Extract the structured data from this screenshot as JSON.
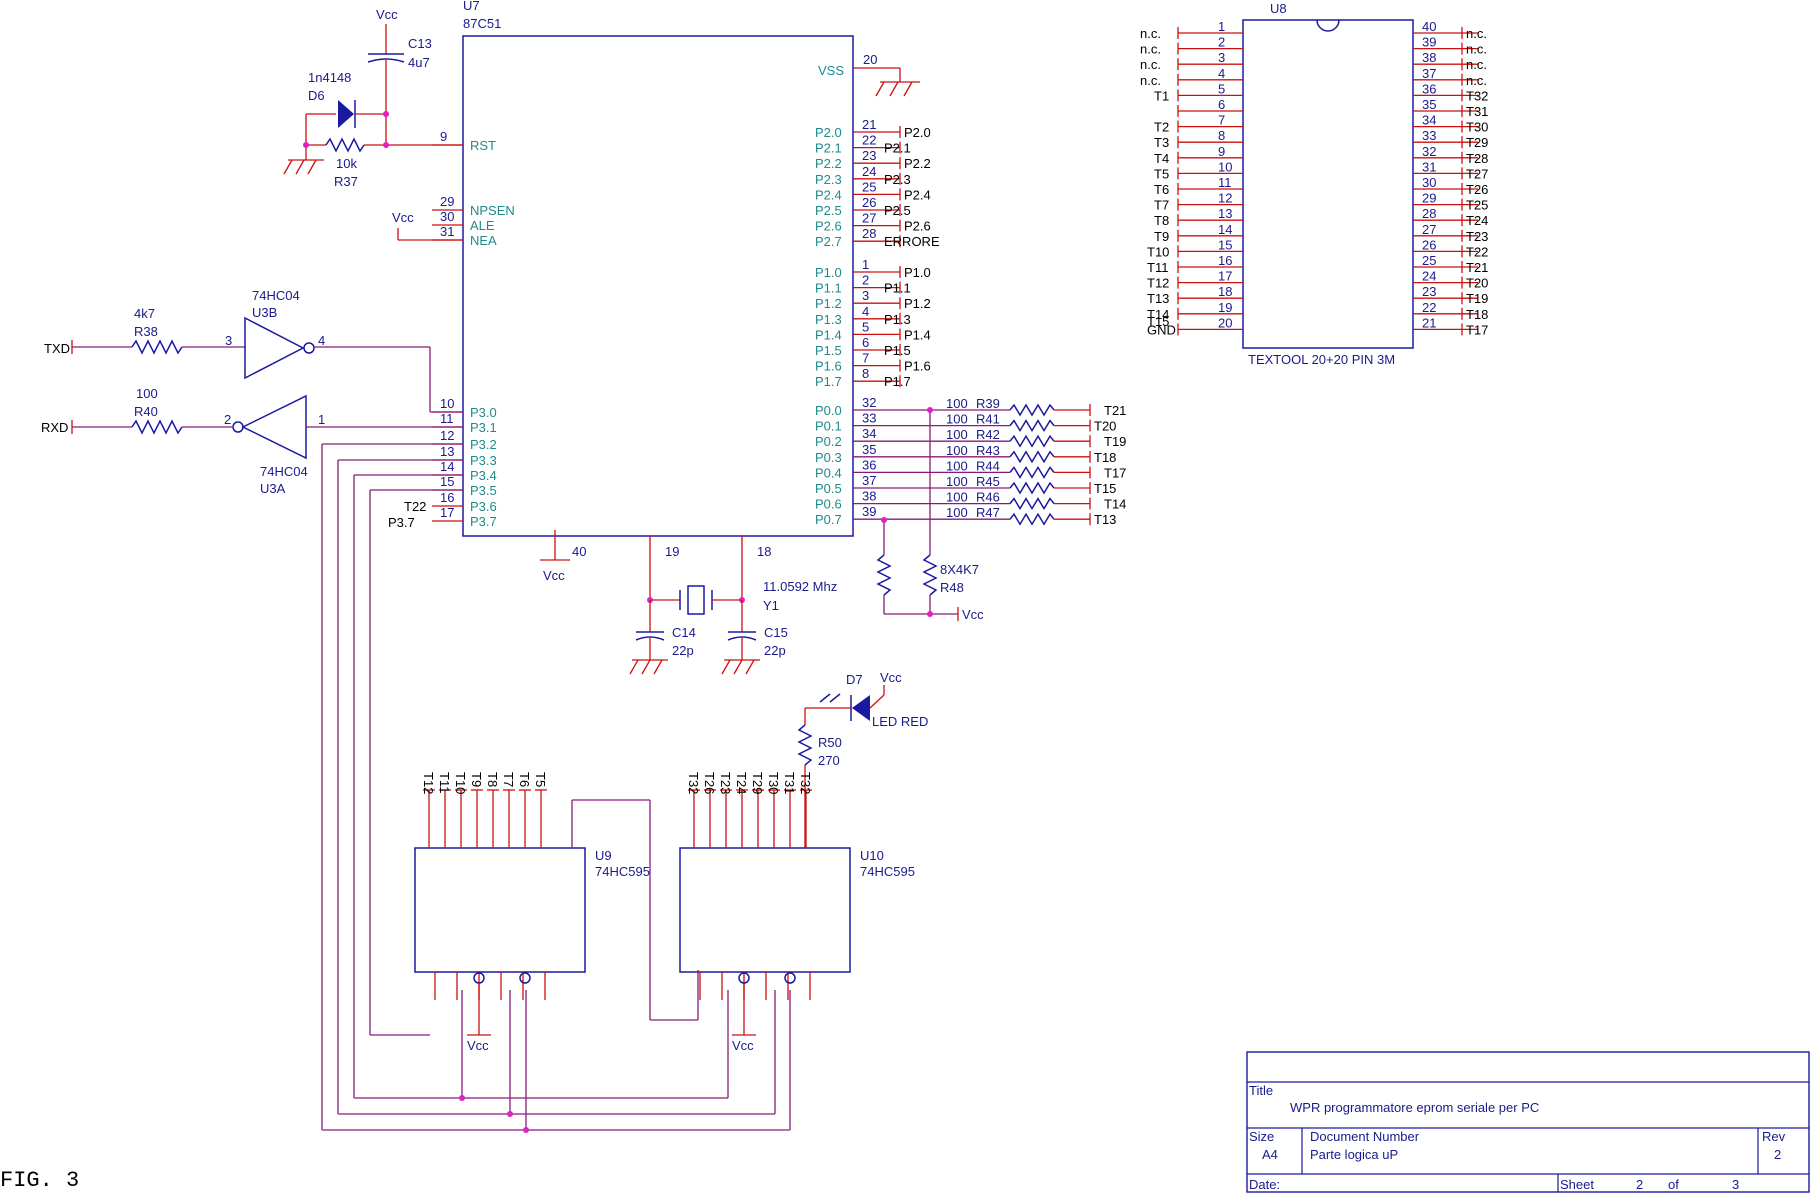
{
  "u7": {
    "ref": "U7",
    "part": "87C51",
    "vss": "VSS",
    "vss_pin": "20",
    "left_pins": [
      {
        "num": "9",
        "name": "RST"
      },
      {
        "num": "29",
        "name": "NPSEN"
      },
      {
        "num": "30",
        "name": "ALE"
      },
      {
        "num": "31",
        "name": "NEA"
      },
      {
        "num": "10",
        "name": "P3.0"
      },
      {
        "num": "11",
        "name": "P3.1"
      },
      {
        "num": "12",
        "name": "P3.2"
      },
      {
        "num": "13",
        "name": "P3.3"
      },
      {
        "num": "14",
        "name": "P3.4"
      },
      {
        "num": "15",
        "name": "P3.5"
      },
      {
        "num": "16",
        "name": "P3.6"
      },
      {
        "num": "17",
        "name": "P3.7"
      }
    ],
    "right_p2": [
      {
        "num": "21",
        "name": "P2.0",
        "net": "P2.0"
      },
      {
        "num": "22",
        "name": "P2.1",
        "net": "P2.1"
      },
      {
        "num": "23",
        "name": "P2.2",
        "net": "P2.2"
      },
      {
        "num": "24",
        "name": "P2.3",
        "net": "P2.3"
      },
      {
        "num": "25",
        "name": "P2.4",
        "net": "P2.4"
      },
      {
        "num": "26",
        "name": "P2.5",
        "net": "P2.5"
      },
      {
        "num": "27",
        "name": "P2.6",
        "net": "P2.6"
      },
      {
        "num": "28",
        "name": "P2.7",
        "net": "ERRORE"
      }
    ],
    "right_p1": [
      {
        "num": "1",
        "name": "P1.0",
        "net": "P1.0"
      },
      {
        "num": "2",
        "name": "P1.1",
        "net": "P1.1"
      },
      {
        "num": "3",
        "name": "P1.2",
        "net": "P1.2"
      },
      {
        "num": "4",
        "name": "P1.3",
        "net": "P1.3"
      },
      {
        "num": "5",
        "name": "P1.4",
        "net": "P1.4"
      },
      {
        "num": "6",
        "name": "P1.5",
        "net": "P1.5"
      },
      {
        "num": "7",
        "name": "P1.6",
        "net": "P1.6"
      },
      {
        "num": "8",
        "name": "P1.7",
        "net": "P1.7"
      }
    ],
    "right_p0": [
      {
        "num": "32",
        "name": "P0.0",
        "res": "100",
        "rref": "R39",
        "net": "T21"
      },
      {
        "num": "33",
        "name": "P0.1",
        "res": "100",
        "rref": "R41",
        "net": "T20"
      },
      {
        "num": "34",
        "name": "P0.2",
        "res": "100",
        "rref": "R42",
        "net": "T19"
      },
      {
        "num": "35",
        "name": "P0.3",
        "res": "100",
        "rref": "R43",
        "net": "T18"
      },
      {
        "num": "36",
        "name": "P0.4",
        "res": "100",
        "rref": "R44",
        "net": "T17"
      },
      {
        "num": "37",
        "name": "P0.5",
        "res": "100",
        "rref": "R45",
        "net": "T15"
      },
      {
        "num": "38",
        "name": "P0.6",
        "res": "100",
        "rref": "R46",
        "net": "T14"
      },
      {
        "num": "39",
        "name": "P0.7",
        "res": "100",
        "rref": "R47",
        "net": "T13"
      }
    ],
    "p36_net": "T22",
    "p37_net": "P3.7"
  },
  "vcc": "Vcc",
  "c13": {
    "ref": "C13",
    "val": "4u7"
  },
  "d6": {
    "ref": "D6",
    "val": "1n4148"
  },
  "r37": {
    "ref": "R37",
    "val": "10k"
  },
  "u3b": {
    "ref": "U3B",
    "part": "74HC04",
    "in_pin": "3",
    "out_pin": "4"
  },
  "u3a": {
    "ref": "U3A",
    "part": "74HC04",
    "in_pin": "2",
    "out_pin": "1"
  },
  "r38": {
    "ref": "R38",
    "val": "4k7"
  },
  "r40": {
    "ref": "R40",
    "val": "100"
  },
  "txd": "TXD",
  "rxd": "RXD",
  "crystal": {
    "ref": "Y1",
    "val": "11.0592 Mhz",
    "pin_a": "19",
    "pin_b": "18",
    "pin_c": "40"
  },
  "c14": {
    "ref": "C14",
    "val": "22p"
  },
  "c15": {
    "ref": "C15",
    "val": "22p"
  },
  "r48": {
    "ref": "R48",
    "val": "8X4K7"
  },
  "d7": {
    "ref": "D7",
    "val": "LED RED"
  },
  "r50": {
    "ref": "R50",
    "val": "270"
  },
  "u9": {
    "ref": "U9",
    "part": "74HC595",
    "top_nets": [
      "T12",
      "T11",
      "T10",
      "T9",
      "T8",
      "T7",
      "T6",
      "T5"
    ]
  },
  "u10": {
    "ref": "U10",
    "part": "74HC595",
    "top_nets": [
      "T32",
      "T26",
      "T23",
      "T24",
      "T29",
      "T30",
      "T31",
      "T32"
    ]
  },
  "u8": {
    "ref": "U8",
    "part": "TEXTOOL 20+20 PIN 3M",
    "left": [
      {
        "num": "1",
        "net": "n.c."
      },
      {
        "num": "2",
        "net": "n.c."
      },
      {
        "num": "3",
        "net": "n.c."
      },
      {
        "num": "4",
        "net": "n.c."
      },
      {
        "num": "5",
        "net": "T1"
      },
      {
        "num": "6",
        "net": ""
      },
      {
        "num": "7",
        "net": "T2"
      },
      {
        "num": "8",
        "net": "T3"
      },
      {
        "num": "9",
        "net": "T4"
      },
      {
        "num": "10",
        "net": "T5"
      },
      {
        "num": "11",
        "net": "T6"
      },
      {
        "num": "12",
        "net": "T7"
      },
      {
        "num": "13",
        "net": "T8"
      },
      {
        "num": "14",
        "net": "T9"
      },
      {
        "num": "15",
        "net": "T10"
      },
      {
        "num": "16",
        "net": "T11"
      },
      {
        "num": "17",
        "net": "T12"
      },
      {
        "num": "18",
        "net": "T13"
      },
      {
        "num": "19",
        "net": "T14"
      },
      {
        "num": "20",
        "net": "GND"
      }
    ],
    "right": [
      {
        "num": "40",
        "net": "n.c."
      },
      {
        "num": "39",
        "net": "n.c."
      },
      {
        "num": "38",
        "net": "n.c."
      },
      {
        "num": "37",
        "net": "n.c."
      },
      {
        "num": "36",
        "net": "T32"
      },
      {
        "num": "35",
        "net": "T31"
      },
      {
        "num": "34",
        "net": "T30"
      },
      {
        "num": "33",
        "net": "T29"
      },
      {
        "num": "32",
        "net": "T28"
      },
      {
        "num": "31",
        "net": "T27"
      },
      {
        "num": "30",
        "net": "T26"
      },
      {
        "num": "29",
        "net": "T25"
      },
      {
        "num": "28",
        "net": "T24"
      },
      {
        "num": "27",
        "net": "T23"
      },
      {
        "num": "26",
        "net": "T22"
      },
      {
        "num": "25",
        "net": "T21"
      },
      {
        "num": "24",
        "net": "T20"
      },
      {
        "num": "23",
        "net": "T19"
      },
      {
        "num": "22",
        "net": "T18"
      },
      {
        "num": "21",
        "net": "T17"
      }
    ],
    "extra_left": "T15"
  },
  "title_block": {
    "title_label": "Title",
    "title": "WPR programmatore eprom seriale per PC",
    "size_label": "Size",
    "size": "A4",
    "docnum_label": "Document Number",
    "docnum": "Parte logica uP",
    "rev_label": "Rev",
    "rev": "2",
    "date_label": "Date:",
    "sheet_label": "Sheet",
    "sheet": "2",
    "of_label": "of",
    "sheets": "3"
  },
  "figure_label": "FIG. 3"
}
